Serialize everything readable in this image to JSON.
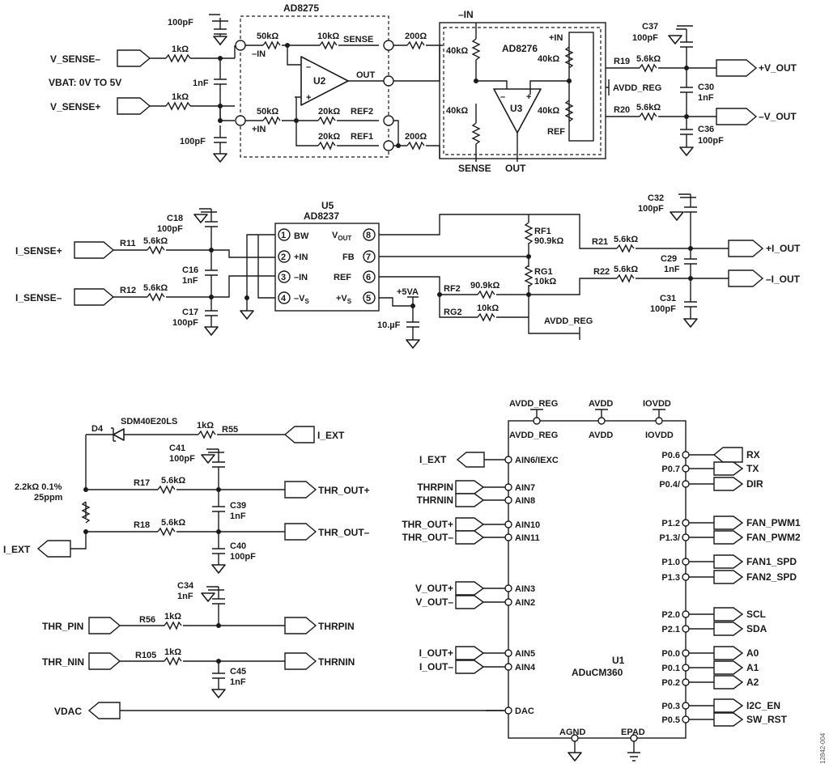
{
  "figure_id": "12842-004",
  "section1": {
    "in_amp_name": "AD8275",
    "diff_amp_name": "AD8276",
    "inputs": [
      "V_SENSE–",
      "V_SENSE+"
    ],
    "vbat_note": "VBAT: 0V TO 5V",
    "outputs": [
      "+V_OUT",
      "–V_OUT"
    ],
    "labels": {
      "r_in_neg": "1kΩ",
      "r_in_pos": "1kΩ",
      "c_top": "100pF",
      "c_mid": "1nF",
      "c_bot": "100pF",
      "r50k_top": "50kΩ",
      "r50k_bot": "50kΩ",
      "r10k_sense": "10kΩ",
      "sense": "SENSE",
      "r20k_ref2": "20kΩ",
      "ref2": "REF2",
      "r20k_ref1": "20kΩ",
      "ref1": "REF1",
      "neg_in": "–IN",
      "pos_in": "+IN",
      "u2": "U2",
      "out": "OUT",
      "r200_top": "200Ω",
      "r200_bot": "200Ω",
      "neg_in_top": "–IN",
      "r40k_tl": "40kΩ",
      "r40k_bl": "40kΩ",
      "r40k_tr": "40kΩ",
      "r40k_br": "40kΩ",
      "u3": "U3",
      "plus_in": "+IN",
      "ref": "REF",
      "sense_bot": "SENSE",
      "out_bot": "OUT",
      "avdd_reg": "AVDD_REG",
      "r19": "R19",
      "r19v": "5.6kΩ",
      "r20": "R20",
      "r20v": "5.6kΩ",
      "c37": "C37",
      "c37v": "100pF",
      "c30": "C30",
      "c30v": "1nF",
      "c36": "C36",
      "c36v": "100pF"
    }
  },
  "section2": {
    "inputs": [
      "I_SENSE+",
      "I_SENSE–"
    ],
    "outputs": [
      "+I_OUT",
      "–I_OUT"
    ],
    "u5": "U5",
    "u5_part": "AD8237",
    "pins": [
      {
        "num": "1",
        "name": "BW"
      },
      {
        "num": "2",
        "name": "+IN"
      },
      {
        "num": "3",
        "name": "–IN"
      },
      {
        "num": "4",
        "name": "–V",
        "sub": "S"
      },
      {
        "num": "8",
        "name": "V",
        "sub": "OUT"
      },
      {
        "num": "7",
        "name": "FB"
      },
      {
        "num": "6",
        "name": "REF"
      },
      {
        "num": "5",
        "name": "+V",
        "sub": "S"
      }
    ],
    "labels": {
      "c18": "C18",
      "c18v": "100pF",
      "r11": "R11",
      "r11v": "5.6kΩ",
      "c16": "C16",
      "c16v": "1nF",
      "r12": "R12",
      "r12v": "5.6kΩ",
      "c17": "C17",
      "c17v": "100pF",
      "vcc5": "+5VA",
      "c_10u": "10.µF",
      "rf1": "RF1",
      "rf1v": "90.9kΩ",
      "rg1": "RG1",
      "rg1v": "10kΩ",
      "rf2": "RF2",
      "rf2v": "90.9kΩ",
      "rg2": "RG2",
      "rg2v": "10kΩ",
      "avdd_reg": "AVDD_REG",
      "r21": "R21",
      "r21v": "5.6kΩ",
      "r22": "R22",
      "r22v": "5.6kΩ",
      "c32": "C32",
      "c32v": "100pF",
      "c29": "C29",
      "c29v": "1nF",
      "c31": "C31",
      "c31v": "100pF"
    }
  },
  "section3": {
    "labels": {
      "d4": "D4",
      "diode_part": "SDM40E20LS",
      "r55": "R55",
      "r55v": "1kΩ",
      "i_ext_in": "I_EXT",
      "c41": "C41",
      "c41v": "100pF",
      "rt_desc1": "2.2kΩ  0.1%",
      "rt_desc2": "25ppm",
      "r17": "R17",
      "r17v": "5.6kΩ",
      "c39": "C39",
      "c39v": "1nF",
      "r18": "R18",
      "r18v": "5.6kΩ",
      "c40": "C40",
      "c40v": "100pF",
      "thr_out_p": "THR_OUT+",
      "thr_out_n": "THR_OUT–",
      "i_ext_out": "I_EXT",
      "c34": "C34",
      "c34v": "1nF",
      "thr_pin": "THR_PIN",
      "r56": "R56",
      "r56v": "1kΩ",
      "thrpin": "THRPIN",
      "thr_nin": "THR_NIN",
      "r105": "R105",
      "r105v": "1kΩ",
      "thrnin": "THRNIN",
      "c45": "C45",
      "c45v": "1nF",
      "vdac": "VDAC"
    }
  },
  "mcu": {
    "ref": "U1",
    "part": "ADuCM360",
    "supplies": [
      "AVDD_REG",
      "AVDD",
      "IOVDD"
    ],
    "left_pins": [
      {
        "net": "I_EXT",
        "pins": [
          "AIN6/IEXC"
        ]
      },
      {
        "net": "THRPIN",
        "pins": [
          "AIN7"
        ]
      },
      {
        "net": "THRNIN",
        "pins": [
          "AIN8"
        ]
      },
      {
        "net": "THR_OUT+",
        "pins": [
          "AIN10"
        ]
      },
      {
        "net": "THR_OUT–",
        "pins": [
          "AIN11"
        ]
      },
      {
        "net": "V_OUT+",
        "pins": [
          "AIN3"
        ]
      },
      {
        "net": "V_OUT–",
        "pins": [
          "AIN2"
        ]
      },
      {
        "net": "I_OUT+",
        "pins": [
          "AIN5"
        ]
      },
      {
        "net": "I_OUT–",
        "pins": [
          "AIN4"
        ]
      },
      {
        "net": "",
        "pins": [
          "DAC"
        ]
      }
    ],
    "right_pins": [
      {
        "pin": "P0.6",
        "net": "RX"
      },
      {
        "pin": "P0.7",
        "net": "TX"
      },
      {
        "pin": "P0.4/",
        "net": "DIR"
      },
      {
        "pin": "P1.2",
        "net": "FAN_PWM1"
      },
      {
        "pin": "P1.3/",
        "net": "FAN_PWM2"
      },
      {
        "pin": "P1.0",
        "net": "FAN1_SPD"
      },
      {
        "pin": "P1.3",
        "net": "FAN2_SPD"
      },
      {
        "pin": "P2.0",
        "net": "SCL"
      },
      {
        "pin": "P2.1",
        "net": "SDA"
      },
      {
        "pin": "P0.0",
        "net": "A0"
      },
      {
        "pin": "P0.1",
        "net": "A1"
      },
      {
        "pin": "P0.2",
        "net": "A2"
      },
      {
        "pin": "P0.3",
        "net": "I2C_EN"
      },
      {
        "pin": "P0.5",
        "net": "SW_RST"
      }
    ],
    "gnd_labels": [
      "AGND",
      "EPAD"
    ]
  }
}
